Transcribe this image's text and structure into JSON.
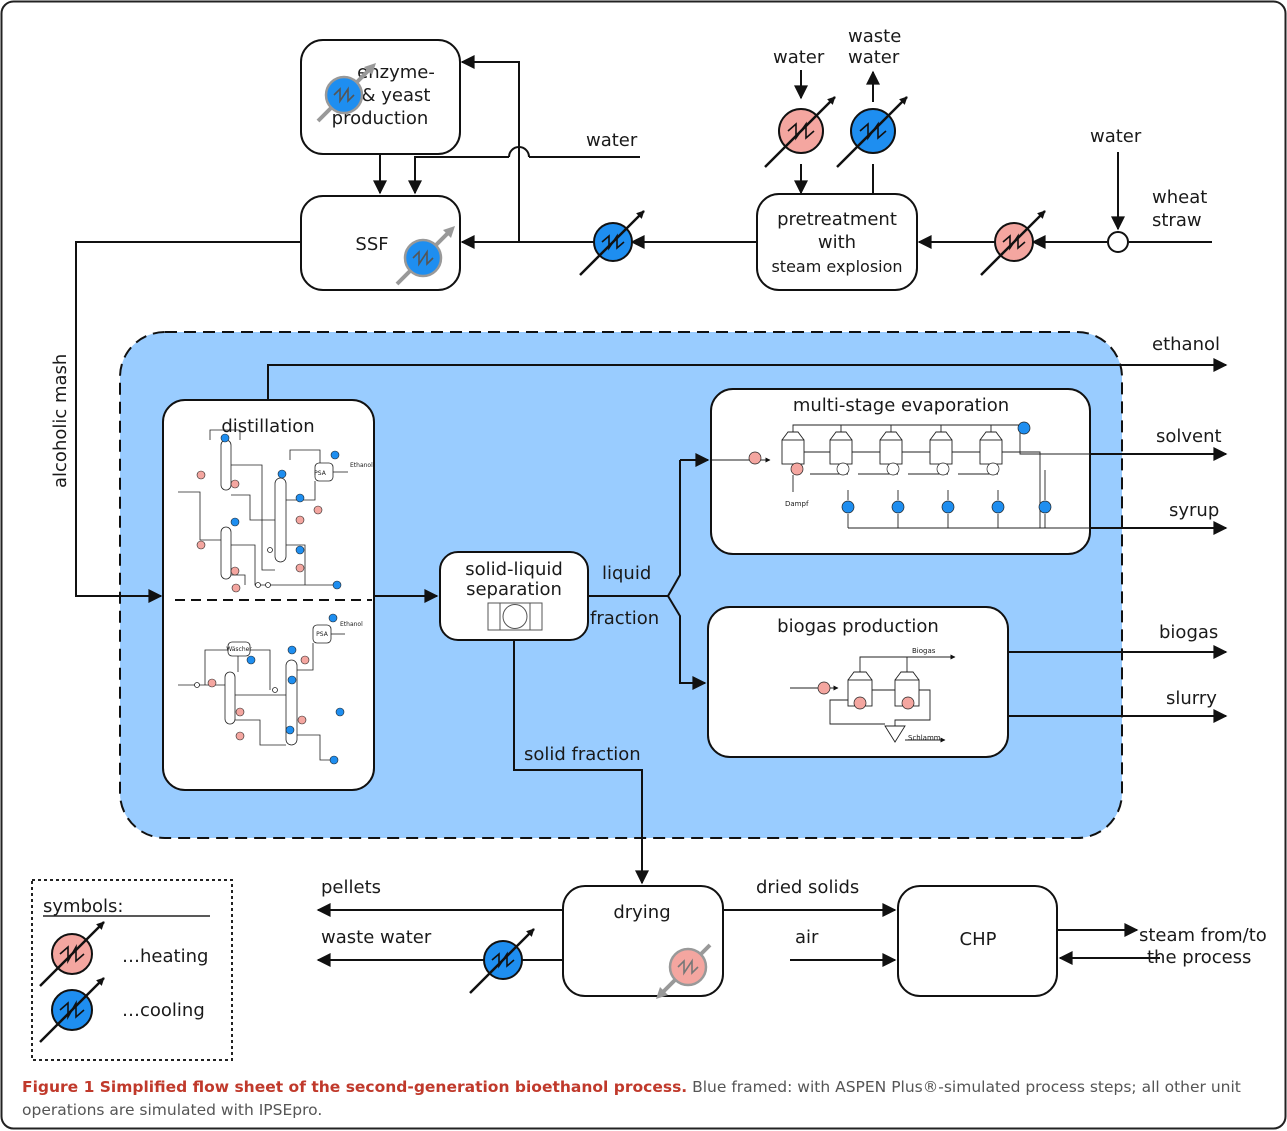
{
  "colors": {
    "heating": "#f4a6a0",
    "cooling": "#1e8ef0",
    "aspen_region": "#99ccff",
    "caption_bold": "#c0392b"
  },
  "nodes": {
    "enzyme": {
      "line1": "enzyme-",
      "line2": "& yeast",
      "line3": "production"
    },
    "ssf": "SSF",
    "pretreatment": {
      "line1": "pretreatment",
      "line2": "with",
      "line3": "steam explosion"
    },
    "distillation": "distillation",
    "slsep": {
      "line1": "solid-liquid",
      "line2": "separation"
    },
    "evaporation": "multi-stage evaporation",
    "biogas": "biogas production",
    "drying": "drying",
    "chp": "CHP"
  },
  "streams": {
    "water_top": "water",
    "water_pre": "water",
    "waste_water_top1": "waste",
    "waste_water_top2": "water",
    "water_right": "water",
    "wheat_straw1": "wheat",
    "wheat_straw2": "straw",
    "alcoholic_mash": "alcoholic mash",
    "ethanol": "ethanol",
    "solvent": "solvent",
    "syrup": "syrup",
    "biogas": "biogas",
    "slurry": "slurry",
    "liquid": "liquid",
    "fraction": "fraction",
    "solid_fraction": "solid fraction",
    "pellets": "pellets",
    "waste_water_bottom": "waste water",
    "dried_solids": "dried solids",
    "air": "air",
    "steam1": "steam from/to",
    "steam2": "the process"
  },
  "mini_labels": {
    "ethanol": "Ethanol",
    "psa": "PSA",
    "waescher": "Wäscher",
    "dampf": "Dampf",
    "biogas": "Biogas",
    "schlamm": "Schlamm"
  },
  "legend": {
    "title": "symbols:",
    "heating": "…heating",
    "cooling": "…cooling"
  },
  "caption": {
    "bold": "Figure 1 Simplified flow sheet of the second-generation bioethanol process.",
    "text": " Blue framed: with ASPEN Plus®-simulated process steps; all other unit operations are simulated with IPSEpro."
  }
}
